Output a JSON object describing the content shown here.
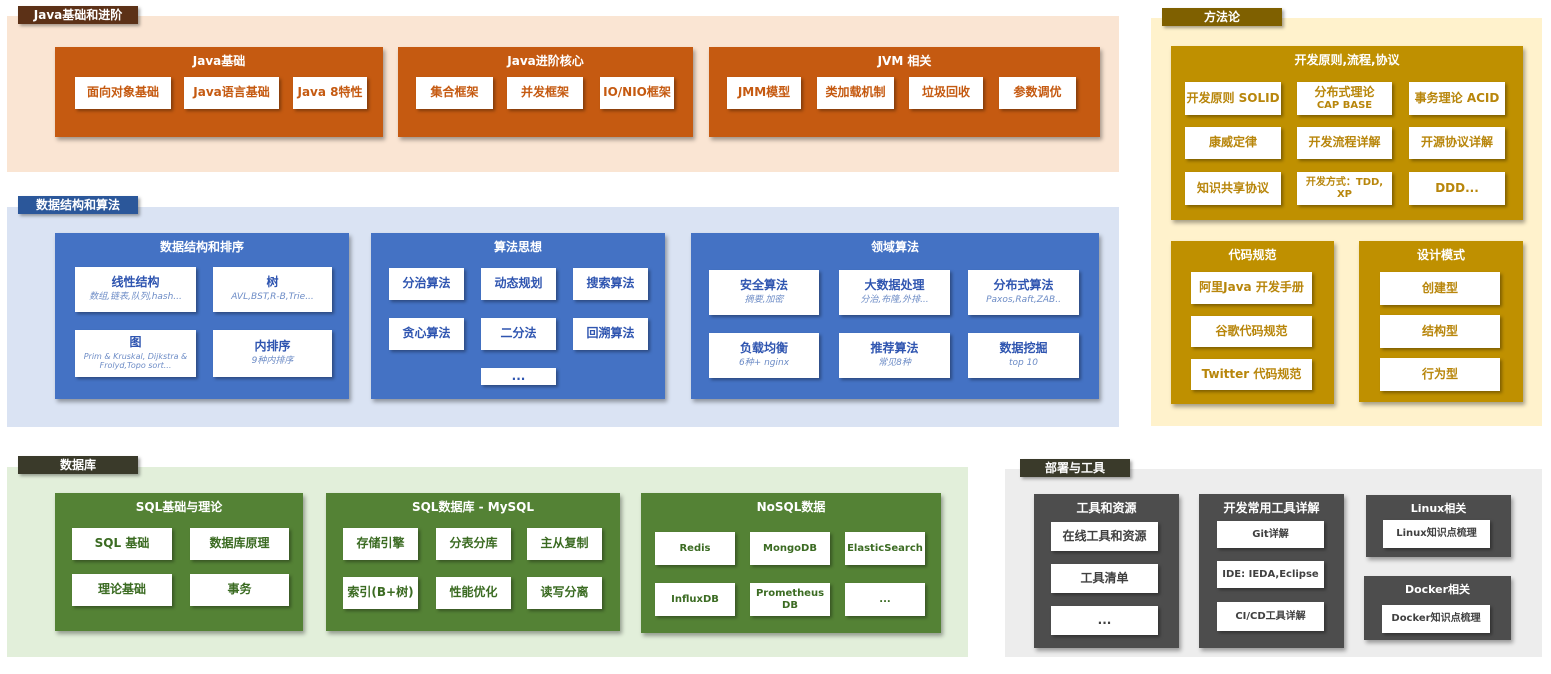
{
  "colors": {
    "java_bg": "#fae5d3",
    "java_panel": "#c55a11",
    "java_tag": "#5c3117",
    "algo_bg": "#dae3f3",
    "algo_panel": "#4472c4",
    "algo_tag": "#2b579a",
    "db_bg": "#e2efda",
    "db_panel": "#548235",
    "db_tag": "#3a3a2a",
    "meth_bg": "#fff2cc",
    "meth_panel": "#bf9000",
    "meth_tag": "#7f6000",
    "tool_bg": "#ededed",
    "tool_panel": "#4d4d4d",
    "tool_tag": "#3a3a2a"
  },
  "java": {
    "tag": "Java基础和进阶",
    "panels": [
      {
        "title": "Java基础",
        "items": [
          {
            "t": "面向对象基础"
          },
          {
            "t": "Java语言基础"
          },
          {
            "t": "Java 8特性"
          }
        ]
      },
      {
        "title": "Java进阶核心",
        "items": [
          {
            "t": "集合框架"
          },
          {
            "t": "并发框架"
          },
          {
            "t": "IO/NIO框架"
          }
        ]
      },
      {
        "title": "JVM 相关",
        "items": [
          {
            "t": "JMM模型"
          },
          {
            "t": "类加载机制"
          },
          {
            "t": "垃圾回收"
          },
          {
            "t": "参数调优"
          }
        ]
      }
    ]
  },
  "algo": {
    "tag": "数据结构和算法",
    "panels": [
      {
        "title": "数据结构和排序",
        "items": [
          {
            "t": "线性结构",
            "s": "数组,链表,队列,hash..."
          },
          {
            "t": "树",
            "s": "AVL,BST,R-B,Trie..."
          },
          {
            "t": "图",
            "s": "Prim & Kruskal, Dijkstra &",
            "s2": "Frolyd,Topo sort..."
          },
          {
            "t": "内排序",
            "s": "9种内排序"
          }
        ]
      },
      {
        "title": "算法思想",
        "items": [
          {
            "t": "分治算法"
          },
          {
            "t": "动态规划"
          },
          {
            "t": "搜索算法"
          },
          {
            "t": "贪心算法"
          },
          {
            "t": "二分法"
          },
          {
            "t": "回溯算法"
          },
          {
            "t": "..."
          }
        ]
      },
      {
        "title": "领域算法",
        "items": [
          {
            "t": "安全算法",
            "s": "摘要,加密"
          },
          {
            "t": "大数据处理",
            "s": "分治,布隆,外排..."
          },
          {
            "t": "分布式算法",
            "s": "Paxos,Raft,ZAB.."
          },
          {
            "t": "负载均衡",
            "s": "6种+ nginx"
          },
          {
            "t": "推荐算法",
            "s": "常见8种"
          },
          {
            "t": "数据挖掘",
            "s": "top 10"
          }
        ]
      }
    ]
  },
  "db": {
    "tag": "数据库",
    "panels": [
      {
        "title": "SQL基础与理论",
        "items": [
          {
            "t": "SQL 基础"
          },
          {
            "t": "数据库原理"
          },
          {
            "t": "理论基础"
          },
          {
            "t": "事务"
          }
        ]
      },
      {
        "title": "SQL数据库 - MySQL",
        "items": [
          {
            "t": "存储引擎"
          },
          {
            "t": "分表分库"
          },
          {
            "t": "主从复制"
          },
          {
            "t": "索引(B+树)"
          },
          {
            "t": "性能优化"
          },
          {
            "t": "读写分离"
          }
        ]
      },
      {
        "title": "NoSQL数据",
        "items": [
          {
            "t": "Redis"
          },
          {
            "t": "MongoDB"
          },
          {
            "t": "ElasticSearch"
          },
          {
            "t": "InfluxDB"
          },
          {
            "t": "Prometheus",
            "t2": "DB"
          },
          {
            "t": "..."
          }
        ]
      }
    ]
  },
  "meth": {
    "tag": "方法论",
    "panels": [
      {
        "title": "开发原则,流程,协议",
        "items": [
          {
            "t": "开发原则 SOLID"
          },
          {
            "t": "分布式理论",
            "t2": "CAP BASE"
          },
          {
            "t": "事务理论 ACID"
          },
          {
            "t": "康威定律"
          },
          {
            "t": "开发流程详解"
          },
          {
            "t": "开源协议详解"
          },
          {
            "t": "知识共享协议"
          },
          {
            "t": "开发方式：TDD,",
            "t2": "XP"
          },
          {
            "t": "DDD..."
          }
        ]
      },
      {
        "title": "代码规范",
        "items": [
          {
            "t": "阿里Java 开发手册"
          },
          {
            "t": "谷歌代码规范"
          },
          {
            "t": "Twitter 代码规范"
          }
        ]
      },
      {
        "title": "设计模式",
        "items": [
          {
            "t": "创建型"
          },
          {
            "t": "结构型"
          },
          {
            "t": "行为型"
          }
        ]
      }
    ]
  },
  "tool": {
    "tag": "部署与工具",
    "panels": [
      {
        "title": "工具和资源",
        "items": [
          {
            "t": "在线工具和资源"
          },
          {
            "t": "工具清单"
          },
          {
            "t": "..."
          }
        ]
      },
      {
        "title": "开发常用工具详解",
        "items": [
          {
            "t": "Git详解"
          },
          {
            "t": "IDE: IEDA,Eclipse"
          },
          {
            "t": "CI/CD工具详解"
          }
        ]
      },
      {
        "title": "Linux相关",
        "items": [
          {
            "t": "Linux知识点梳理"
          }
        ]
      },
      {
        "title": "Docker相关",
        "items": [
          {
            "t": "Docker知识点梳理"
          }
        ]
      }
    ]
  }
}
